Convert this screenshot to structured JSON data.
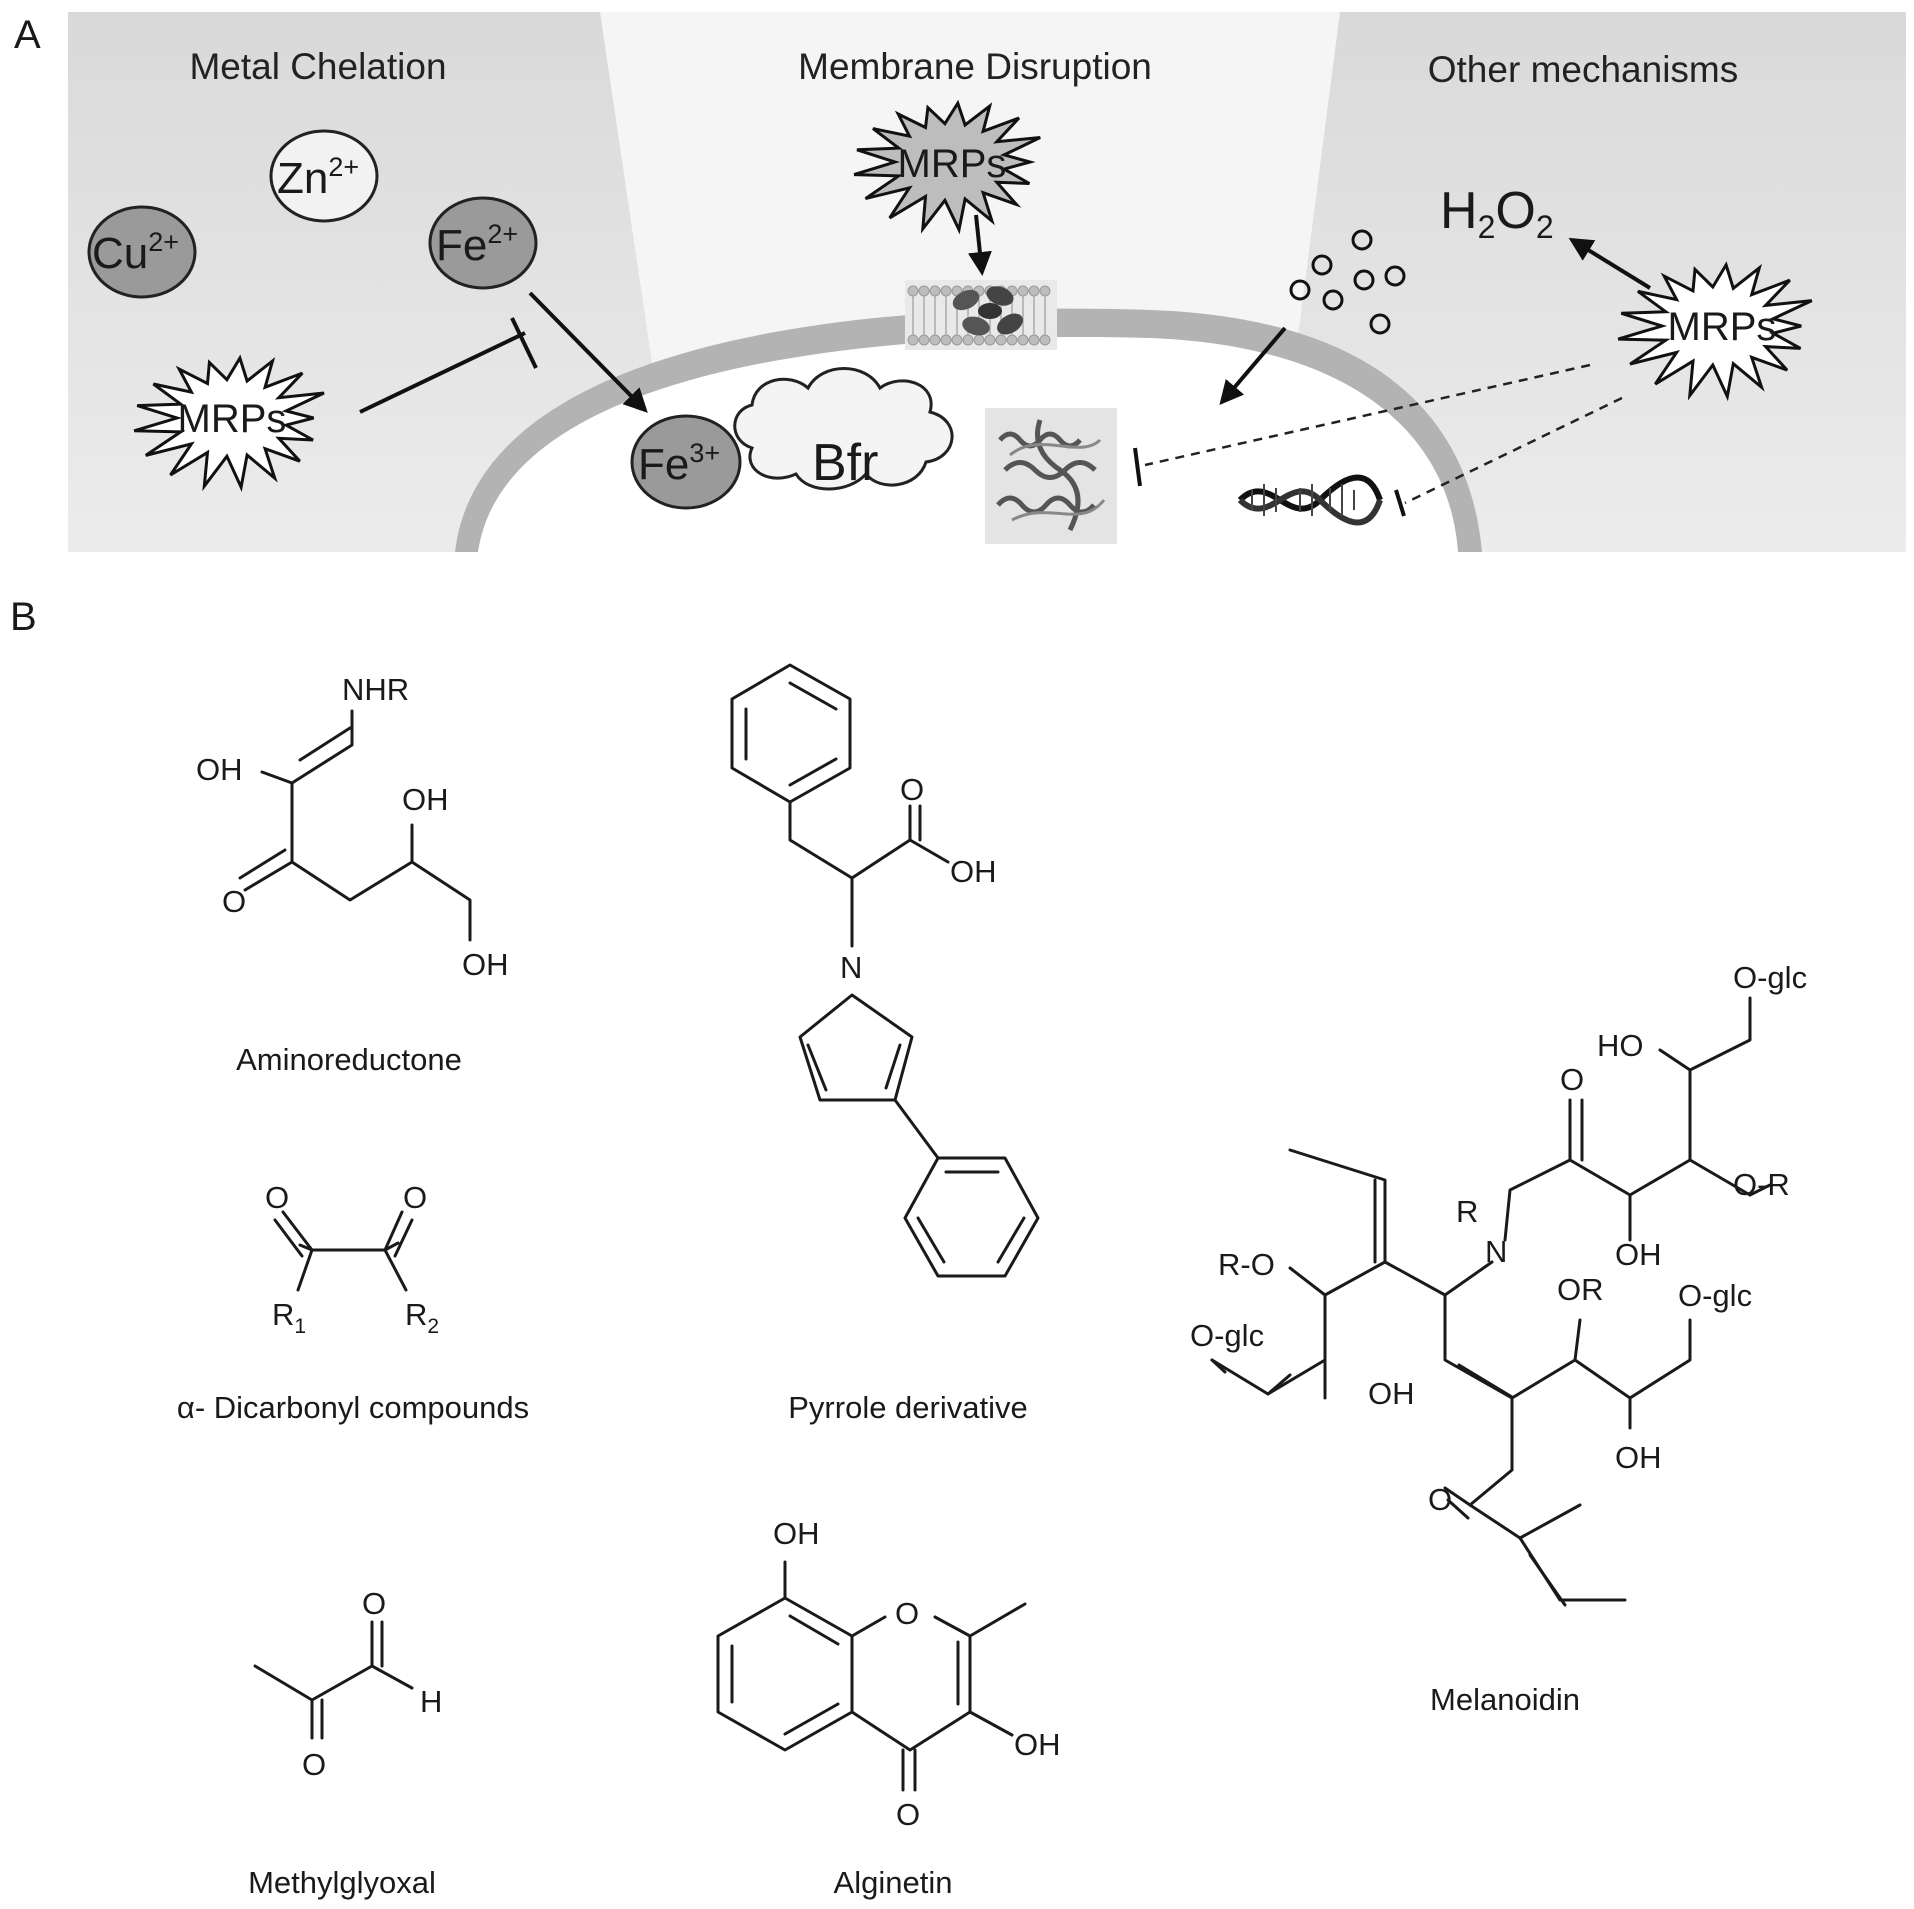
{
  "panels": {
    "a": "A",
    "b": "B"
  },
  "panel_a": {
    "sections": {
      "metal_chelation": "Metal Chelation",
      "membrane_disruption": "Membrane Disruption",
      "other_mechanisms": "Other mechanisms"
    },
    "ions": {
      "cu": {
        "base": "Cu",
        "charge": "2+"
      },
      "zn": {
        "base": "Zn",
        "charge": "2+"
      },
      "fe2": {
        "base": "Fe",
        "charge": "2+"
      },
      "fe3": {
        "base": "Fe",
        "charge": "3+"
      }
    },
    "mrps": "MRPs",
    "bfr": "Bfr",
    "h2o2": {
      "h": "H",
      "two": "2",
      "o": "O",
      "two_b": "2"
    },
    "colors": {
      "background": "#e6e6e6",
      "membrane": "#b3b3b3",
      "cell": "#ffffff",
      "ion_dark": "#9a9a9a"
    }
  },
  "panel_b": {
    "compounds": {
      "aminoreductone": "Aminoreductone",
      "dicarbonyl": "α- Dicarbonyl compounds",
      "pyrrole": "Pyrrole derivative",
      "methylglyoxal": "Methylglyoxal",
      "alginetin": "Alginetin",
      "melanoidin": "Melanoidin"
    },
    "atoms": {
      "nhr": "NHR",
      "oh": "OH",
      "o": "O",
      "n": "N",
      "h": "H",
      "r": "R",
      "r1": "R",
      "r1_sub": "1",
      "r2": "R",
      "r2_sub": "2",
      "ro": "R-O",
      "o_glc": "O-glc",
      "ho": "HO",
      "o_r": "O-R",
      "or": "OR"
    }
  }
}
